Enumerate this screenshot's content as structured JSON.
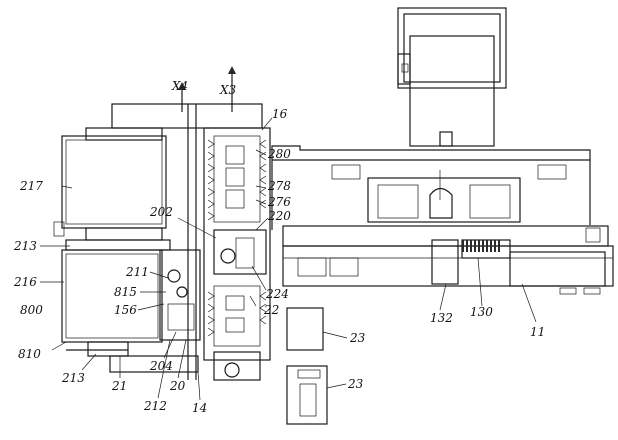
{
  "labels": {
    "x4": "X4",
    "x3": "X3",
    "l16": "16",
    "l280": "280",
    "l278": "278",
    "l276": "276",
    "l220": "220",
    "l202": "202",
    "l217": "217",
    "l213a": "213",
    "l216": "216",
    "l211": "211",
    "l815": "815",
    "l156": "156",
    "l800": "800",
    "l810": "810",
    "l213b": "213",
    "l21": "21",
    "l212": "212",
    "l204": "204",
    "l20": "20",
    "l14": "14",
    "l224": "224",
    "l22": "22",
    "l132": "132",
    "l130": "130",
    "l11": "11",
    "l23a": "23",
    "l23b": "23"
  }
}
